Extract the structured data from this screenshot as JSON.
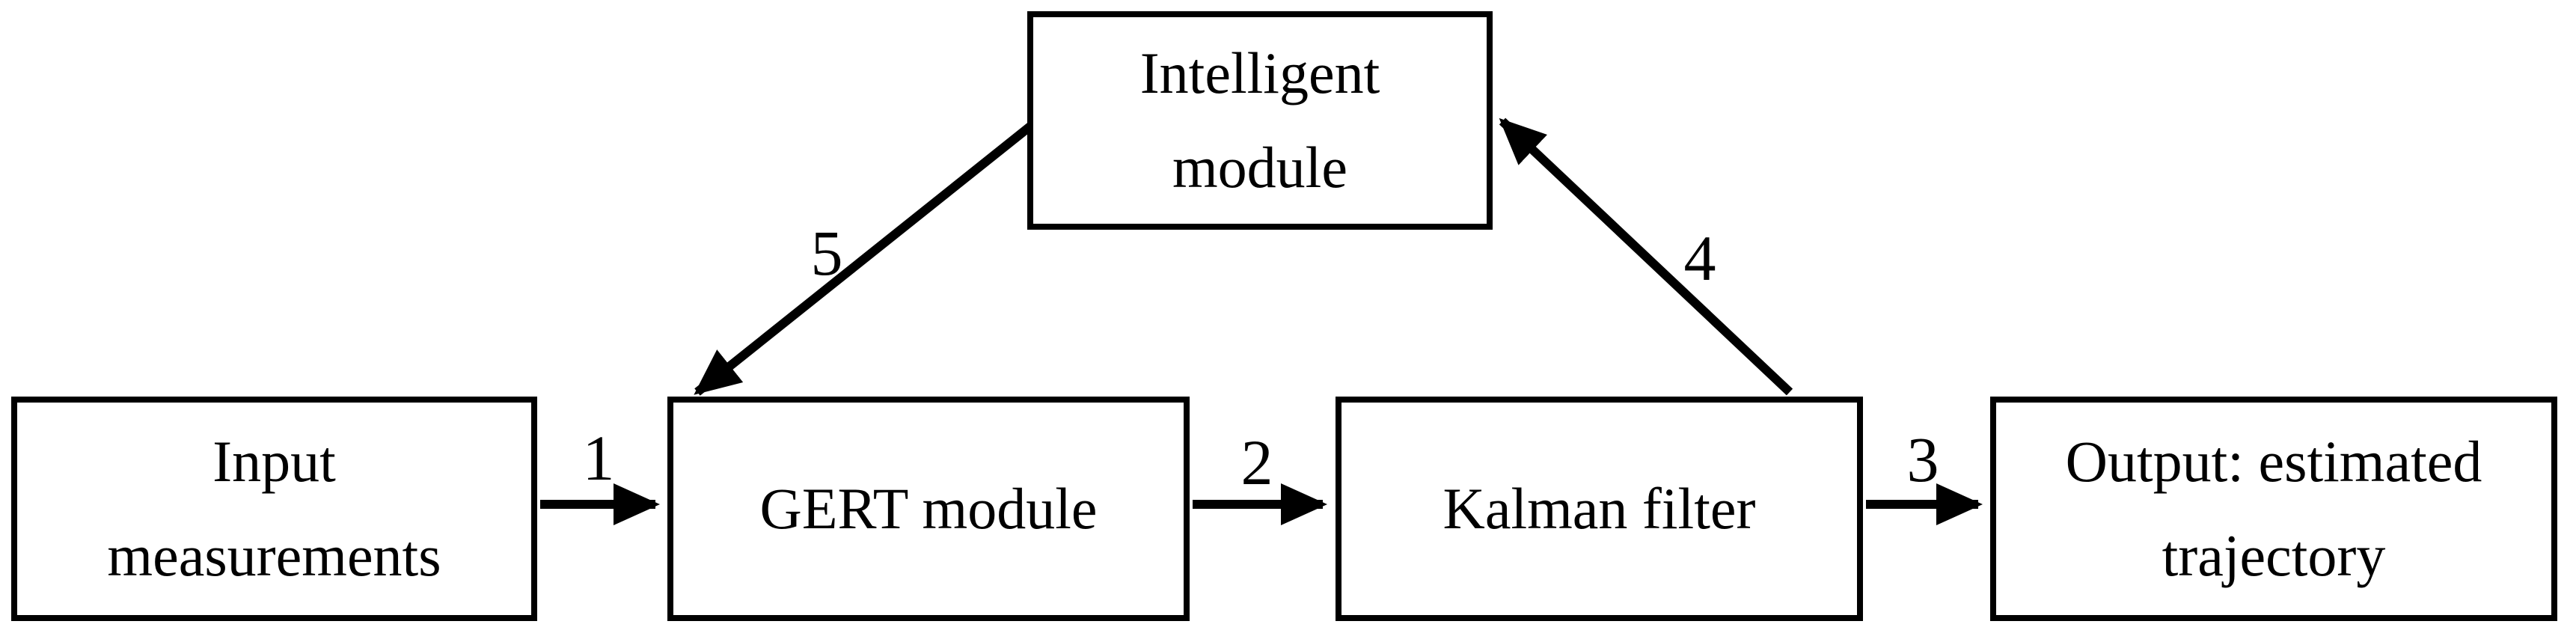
{
  "diagram": {
    "title": "GERT-Kalman intelligent trajectory estimation flow diagram",
    "colors": {
      "background": "#ffffff",
      "line": "#000000",
      "text": "#000000"
    },
    "nodes": {
      "input_measurements": {
        "line1": "Input",
        "line2": "measurements"
      },
      "gert_module": {
        "line1": "GERT module"
      },
      "kalman_filter": {
        "line1": "Kalman filter"
      },
      "output": {
        "line1": "Output: estimated",
        "line2": "trajectory"
      },
      "intelligent_module": {
        "line1": "Intelligent",
        "line2": "module"
      }
    },
    "edges": {
      "e1": {
        "label": "1",
        "from": "input_measurements",
        "to": "gert_module"
      },
      "e2": {
        "label": "2",
        "from": "gert_module",
        "to": "kalman_filter"
      },
      "e3": {
        "label": "3",
        "from": "kalman_filter",
        "to": "output"
      },
      "e4": {
        "label": "4",
        "from": "kalman_filter",
        "to": "intelligent_module"
      },
      "e5": {
        "label": "5",
        "from": "intelligent_module",
        "to": "gert_module"
      }
    }
  }
}
